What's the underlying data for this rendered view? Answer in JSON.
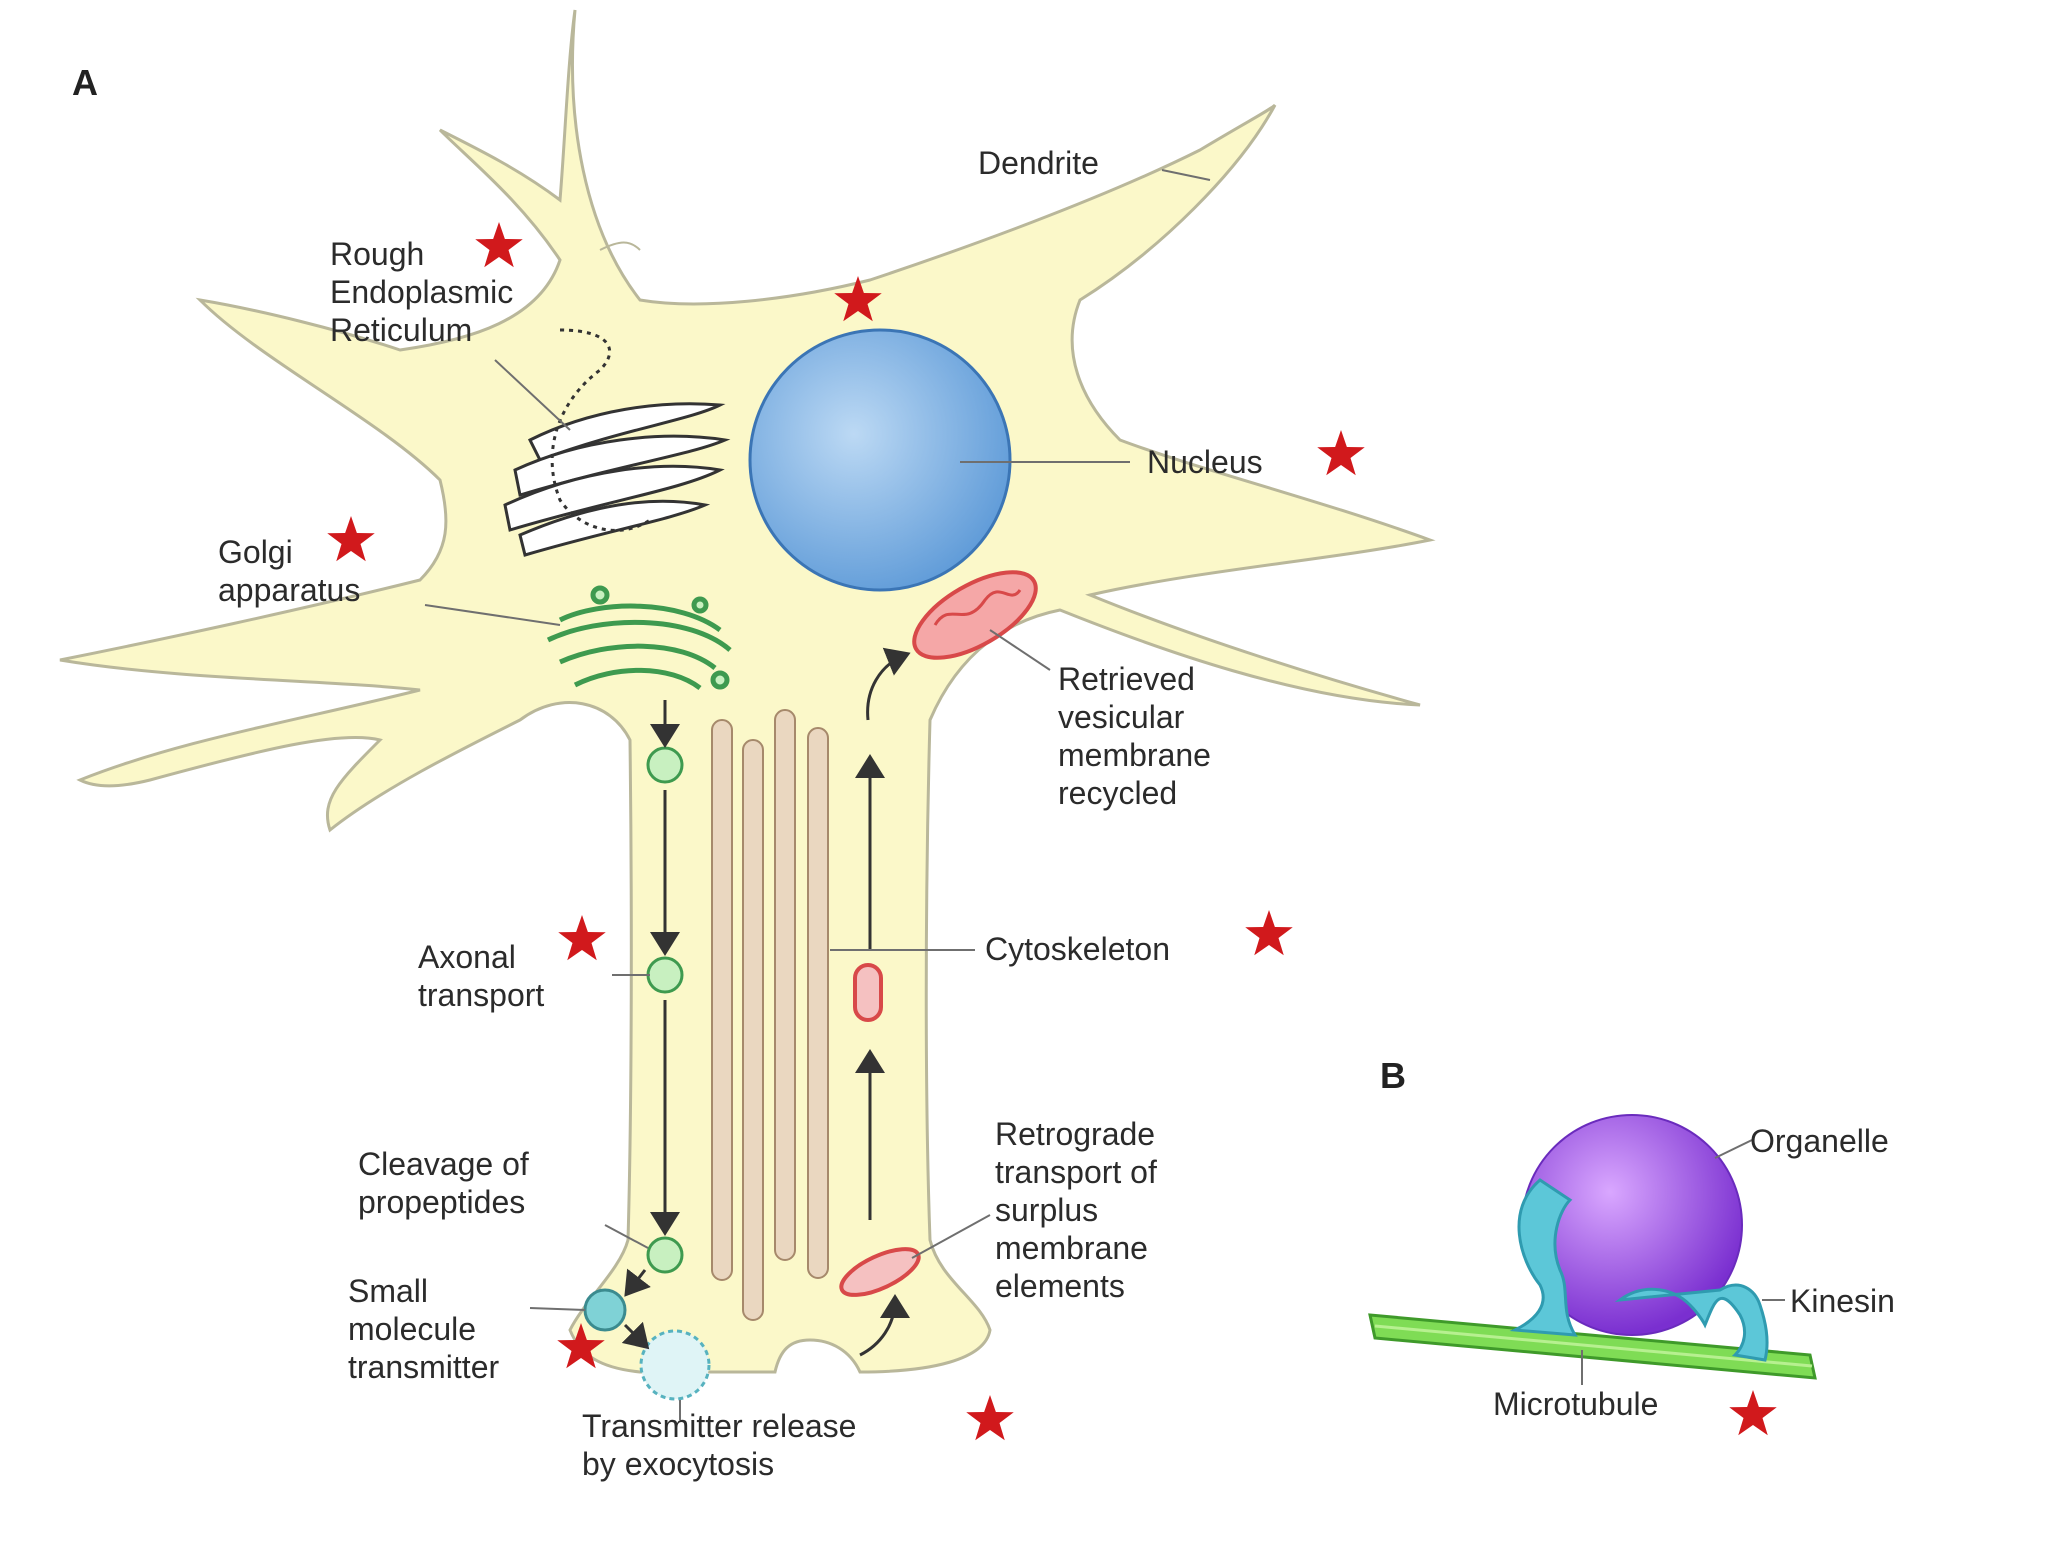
{
  "panels": {
    "a": "A",
    "b": "B"
  },
  "labels": {
    "dendrite": "Dendrite",
    "rer": [
      "Rough",
      "Endoplasmic",
      "Reticulum"
    ],
    "nucleus": "Nucleus",
    "golgi": [
      "Golgi",
      "apparatus"
    ],
    "retrieved": [
      "Retrieved",
      "vesicular",
      "membrane",
      "recycled"
    ],
    "axonal": [
      "Axonal",
      "transport"
    ],
    "cytoskeleton": "Cytoskeleton",
    "cleavage": [
      "Cleavage of",
      "propeptides"
    ],
    "small": [
      "Small",
      "molecule",
      "transmitter"
    ],
    "retrograde": [
      "Retrograde",
      "transport of",
      "surplus",
      "membrane",
      "elements"
    ],
    "release": [
      "Transmitter release",
      "by exocytosis"
    ],
    "organelle": "Organelle",
    "kinesin": "Kinesin",
    "microtubule": "Microtubule"
  },
  "colors": {
    "cytoplasm": "#fbf8c9",
    "cell_outline": "#b9b79a",
    "nucleus": "#7fb2e5",
    "golgi": "#72c07e",
    "mitochondria": "#f08a8a",
    "vesicle": "#c8f0c0",
    "filament": "#ead7c0",
    "organelle": "#9a4fe0",
    "kinesin": "#5cc7d8",
    "microtubule": "#7fdc55",
    "star": "#d1191c"
  }
}
